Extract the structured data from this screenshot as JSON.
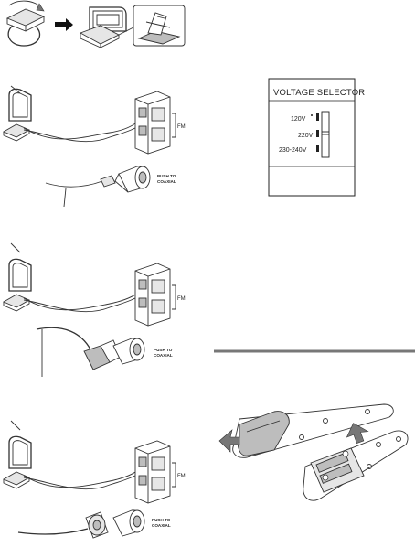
{
  "voltage_selector": {
    "title": "VOLTAGE SELECTOR",
    "options": [
      "120V",
      "220V",
      "230-240V"
    ]
  },
  "fm_plug_label": {
    "line1": "PUSH TO",
    "line2": "COAXIAL"
  },
  "terminal_label": "FM",
  "colors": {
    "line": "#333333",
    "shade": "#bdbdbd",
    "light": "#e6e6e6",
    "background": "#ffffff"
  }
}
